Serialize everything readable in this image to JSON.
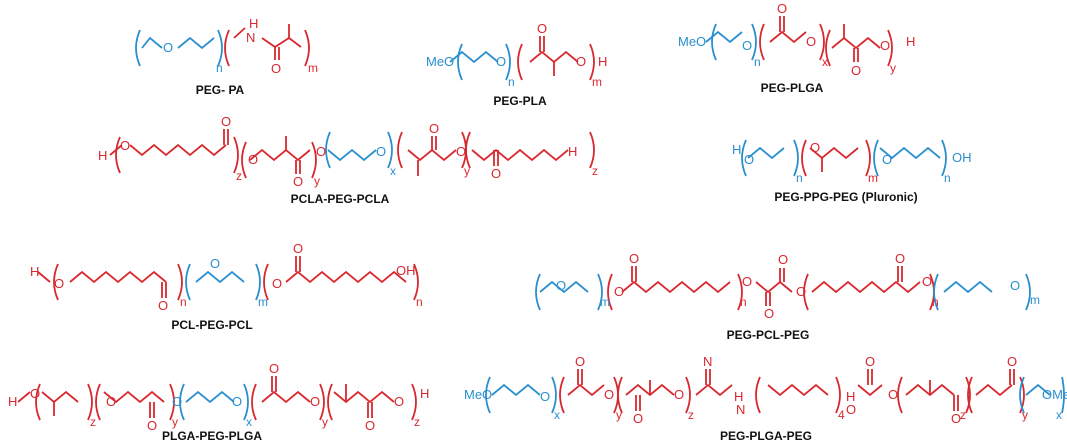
{
  "colors": {
    "peg": "#2a8fcf",
    "block": "#d8282f",
    "text": "#111111"
  },
  "structures": [
    {
      "id": "peg-pa",
      "label": "PEG- PA",
      "atoms": [
        "O",
        "N",
        "H",
        "O"
      ],
      "subscripts": [
        "n",
        "m"
      ]
    },
    {
      "id": "peg-pla",
      "label": "PEG-PLA",
      "atoms": [
        "MeO",
        "O",
        "O",
        "O",
        "H"
      ],
      "subscripts": [
        "n",
        "m"
      ]
    },
    {
      "id": "peg-plga",
      "label": "PEG-PLGA",
      "atoms": [
        "MeO",
        "O",
        "O",
        "O",
        "O",
        "O",
        "H"
      ],
      "subscripts": [
        "n",
        "x",
        "y"
      ]
    },
    {
      "id": "pcla-peg-pcla",
      "label": "PCLA-PEG-PCLA",
      "atoms": [
        "H",
        "O",
        "O",
        "O",
        "O",
        "O",
        "O",
        "O",
        "O",
        "O",
        "H"
      ],
      "subscripts": [
        "z",
        "y",
        "x",
        "y",
        "z"
      ]
    },
    {
      "id": "pluronic",
      "label": "PEG-PPG-PEG (Pluronic)",
      "atoms": [
        "H",
        "O",
        "O",
        "O",
        "OH"
      ],
      "subscripts": [
        "n",
        "m",
        "n"
      ]
    },
    {
      "id": "pcl-peg-pcl",
      "label": "PCL-PEG-PCL",
      "atoms": [
        "H",
        "O",
        "O",
        "O",
        "O",
        "O",
        "OH"
      ],
      "subscripts": [
        "n",
        "m",
        "n"
      ]
    },
    {
      "id": "peg-pcl-peg",
      "label": "PEG-PCL-PEG",
      "atoms": [
        "O",
        "O",
        "O",
        "O",
        "O",
        "O",
        "O",
        "O",
        "O",
        "O"
      ],
      "subscripts": [
        "m",
        "n",
        "n",
        "m"
      ]
    },
    {
      "id": "plga-peg-plga",
      "label": "PLGA-PEG-PLGA",
      "atoms": [
        "H",
        "O",
        "O",
        "O",
        "O",
        "O",
        "O",
        "O",
        "O",
        "O",
        "H"
      ],
      "subscripts": [
        "z",
        "y",
        "x",
        "y",
        "z"
      ]
    },
    {
      "id": "peg-plga-peg",
      "label": "PEG-PLGA-PEG",
      "atoms": [
        "MeO",
        "O",
        "O",
        "O",
        "O",
        "O",
        "N",
        "H",
        "N",
        "H",
        "O",
        "O",
        "O",
        "O",
        "O",
        "OMe"
      ],
      "subscripts": [
        "x",
        "y",
        "z",
        "4",
        "z",
        "y",
        "x"
      ]
    }
  ]
}
